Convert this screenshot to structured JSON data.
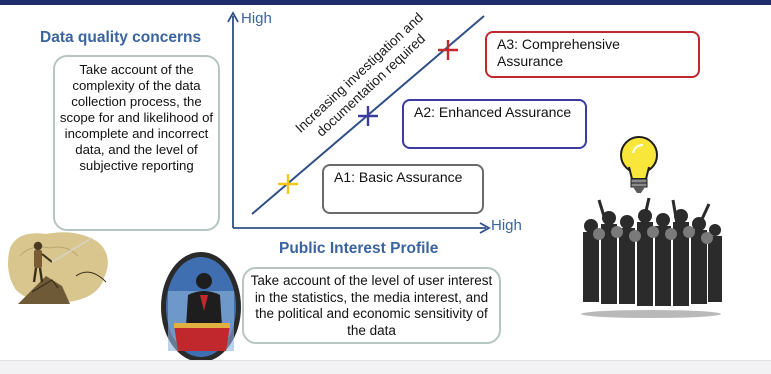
{
  "data_quality": {
    "heading": "Data quality concerns",
    "text": "Take account of the complexity of the data collection process, the scope for and likelihood of incomplete and incorrect data, and the level of subjective reporting"
  },
  "public_interest": {
    "heading": "Public Interest Profile",
    "text": "Take account of the level of user interest in the statistics, the media interest, and the political and economic sensitivity of the data"
  },
  "axes": {
    "y_label": "High",
    "x_label": "High"
  },
  "diagonal_label": "Increasing investigation and documentation required",
  "levels": [
    {
      "label": "A1: Basic Assurance",
      "color": "#f5c518"
    },
    {
      "label": "A2: Enhanced Assurance",
      "color": "#3c3c9e"
    },
    {
      "label": "A3: Comprehensive Assurance",
      "color": "#c0282e"
    }
  ],
  "colors": {
    "axis": "#2f4f86",
    "heading": "#3a64a0",
    "box_border": "#b6c6c2"
  },
  "images": [
    "climber-illustration",
    "speaker-at-podium-illustration",
    "crowd-illustration",
    "lightbulb-icon"
  ]
}
